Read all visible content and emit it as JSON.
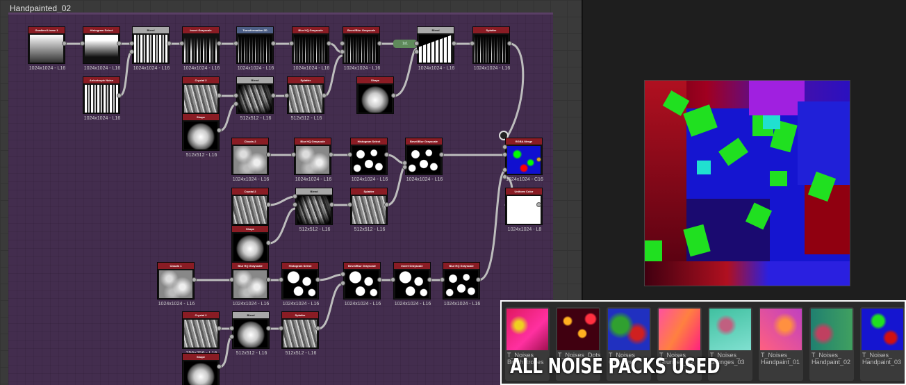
{
  "graph": {
    "title": "Handpainted_02",
    "nodes": [
      {
        "id": "n1",
        "title": "Gradient Linear 1",
        "size": "1024x1024 - L16"
      },
      {
        "id": "n2",
        "title": "Histogram Select",
        "size": "1024x1024 - L16"
      },
      {
        "id": "n3",
        "title": "Blend",
        "size": "1024x1024 - L16"
      },
      {
        "id": "n4",
        "title": "Invert Grayscale",
        "size": "1024x1024 - L16"
      },
      {
        "id": "n5",
        "title": "Transformation 2D",
        "size": "1024x1024 - L16"
      },
      {
        "id": "n6",
        "title": "Blur HQ Grayscale",
        "size": "1024x1024 - L16"
      },
      {
        "id": "n7",
        "title": "Bevel/Blur Grayscale",
        "size": "1024x1024 - L16"
      },
      {
        "id": "n8",
        "title": "Blend",
        "size": "1024x1024 - L16"
      },
      {
        "id": "n9",
        "title": "Splatter",
        "size": "1024x1024 - L16"
      },
      {
        "id": "n10",
        "title": "Anisotropic Noise",
        "size": "1024x1024 - L16"
      },
      {
        "id": "n11",
        "title": "Crystal 2",
        "size": ""
      },
      {
        "id": "n12",
        "title": "Blend",
        "size": "512x512 - L16"
      },
      {
        "id": "n13",
        "title": "Splatter",
        "size": "512x512 - L16"
      },
      {
        "id": "n14",
        "title": "Shape",
        "size": ""
      },
      {
        "id": "n15",
        "title": "Shape",
        "size": "512x512 - L16"
      },
      {
        "id": "n16",
        "title": "Clouds 2",
        "size": "1024x1024 - L16"
      },
      {
        "id": "n17",
        "title": "Blur HQ Grayscale",
        "size": "1024x1024 - L16"
      },
      {
        "id": "n18",
        "title": "Histogram Select",
        "size": "1024x1024 - L16"
      },
      {
        "id": "n19",
        "title": "Bevel/Blur Grayscale",
        "size": "1024x1024 - L16"
      },
      {
        "id": "n20",
        "title": "RGBA Merge",
        "size": "1024x1024 - C16"
      },
      {
        "id": "n21",
        "title": "Uniform Color",
        "size": "1024x1024 - L8"
      },
      {
        "id": "n22",
        "title": "Crystal 2",
        "size": ""
      },
      {
        "id": "n23",
        "title": "Blend",
        "size": "512x512 - L16"
      },
      {
        "id": "n24",
        "title": "Splatter",
        "size": "512x512 - L16"
      },
      {
        "id": "n25",
        "title": "Shape",
        "size": ""
      },
      {
        "id": "n26",
        "title": "Clouds 1",
        "size": "1024x1024 - L16"
      },
      {
        "id": "n27",
        "title": "Blur HQ Grayscale",
        "size": "1024x1024 - L16"
      },
      {
        "id": "n28",
        "title": "Histogram Select",
        "size": "1024x1024 - L16"
      },
      {
        "id": "n29",
        "title": "Bevel/Blur Grayscale",
        "size": "1024x1024 - L16"
      },
      {
        "id": "n30",
        "title": "Invert Grayscale",
        "size": "1024x1024 - L16"
      },
      {
        "id": "n31",
        "title": "Blur HQ Grayscale",
        "size": "1024x1024 - L16"
      },
      {
        "id": "n32",
        "title": "Crystal 2",
        "size": "256x256 - L16"
      },
      {
        "id": "n33",
        "title": "Blend",
        "size": "512x512 - L16"
      },
      {
        "id": "n34",
        "title": "Splatter",
        "size": "512x512 - L16"
      },
      {
        "id": "n35",
        "title": "Shape",
        "size": ""
      }
    ],
    "pin_label": "1x1"
  },
  "packs": {
    "caption": "ALL NOISE PACKS USED",
    "items": [
      {
        "label": "T_Noises_ Brushstrokes",
        "colors": [
          "#e01860",
          "#f0d020",
          "#ff30a0"
        ]
      },
      {
        "label": "T_Noises_Dots",
        "colors": [
          "#ff3040",
          "#ffb020",
          "#400010"
        ]
      },
      {
        "label": "T_Noises_ Grunges",
        "colors": [
          "#30a030",
          "#d02020",
          "#2030c0"
        ]
      },
      {
        "label": "T_Noises_ Grunges_02",
        "colors": [
          "#ff50a0",
          "#ff8040",
          "#ff2080"
        ]
      },
      {
        "label": "T_Noises_ Grunges_03",
        "colors": [
          "#40c0a0",
          "#c06080",
          "#80e0d0"
        ]
      },
      {
        "label": "T_Noises_ Handpaint_01",
        "colors": [
          "#ff6080",
          "#ff9040",
          "#c040c0"
        ]
      },
      {
        "label": "T_Noises_ Handpaint_02",
        "colors": [
          "#208070",
          "#c04060",
          "#40a060"
        ]
      },
      {
        "label": "T_Noises_ Handpaint_03",
        "colors": [
          "#1515d0",
          "#20e020",
          "#d01010"
        ]
      }
    ]
  },
  "colors": {
    "node_header_red": "#8a1c24",
    "frame_purple": "#432d4e",
    "preview_blue": "#1515d0",
    "preview_green": "#20e020",
    "preview_red": "#c01010"
  }
}
